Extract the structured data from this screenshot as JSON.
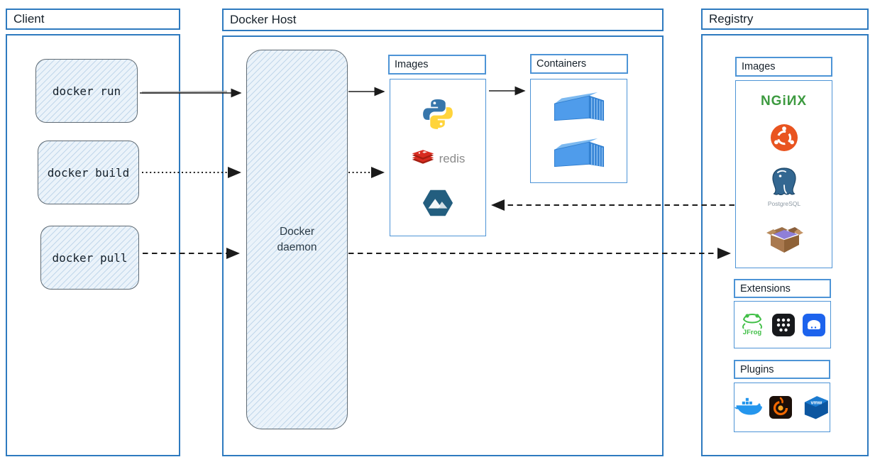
{
  "client": {
    "title": "Client",
    "commands": [
      {
        "label": "docker run"
      },
      {
        "label": "docker build"
      },
      {
        "label": "docker pull"
      }
    ]
  },
  "host": {
    "title": "Docker Host",
    "daemon_label": "Docker daemon",
    "images_panel": {
      "label": "Images",
      "items": [
        {
          "icon": "python-icon"
        },
        {
          "icon": "redis-icon",
          "text": "redis"
        },
        {
          "icon": "alpine-icon"
        }
      ]
    },
    "containers_panel": {
      "label": "Containers",
      "items": [
        {
          "icon": "container-icon"
        },
        {
          "icon": "container-icon"
        }
      ]
    }
  },
  "registry": {
    "title": "Registry",
    "images_panel": {
      "label": "Images",
      "items": [
        {
          "icon": "nginx-logo",
          "text": "NGiИX"
        },
        {
          "icon": "ubuntu-icon"
        },
        {
          "icon": "postgresql-icon",
          "text": "PostgreSQL"
        },
        {
          "icon": "busybox-icon"
        }
      ]
    },
    "extensions_panel": {
      "label": "Extensions",
      "items": [
        {
          "icon": "jfrog-icon",
          "text": "JFrog"
        },
        {
          "icon": "apps-grid-icon"
        },
        {
          "icon": "disk-drive-icon"
        }
      ]
    },
    "plugins_panel": {
      "label": "Plugins",
      "items": [
        {
          "icon": "docker-whale-icon"
        },
        {
          "icon": "grafana-icon"
        },
        {
          "icon": "vmware-icon",
          "text": "vmw"
        }
      ]
    }
  },
  "arrows": [
    {
      "name": "docker-run-to-daemon",
      "style": "solid"
    },
    {
      "name": "docker-build-to-daemon",
      "style": "dotted"
    },
    {
      "name": "docker-pull-to-daemon",
      "style": "dashed"
    },
    {
      "name": "daemon-to-images-run",
      "style": "solid"
    },
    {
      "name": "daemon-to-images-build",
      "style": "dotted"
    },
    {
      "name": "images-to-containers",
      "style": "solid"
    },
    {
      "name": "registry-to-host-images",
      "style": "dashed"
    },
    {
      "name": "daemon-to-registry-pull",
      "style": "dashed"
    }
  ],
  "colors": {
    "frame_blue": "#2e7abf",
    "panel_blue": "#4d94d6",
    "sketch_fill": "#ebf3fa",
    "arrow_black": "#1b1b1b",
    "nginx_green": "#3d9a40",
    "ubuntu_orange": "#e95420",
    "redis_red": "#c6302b",
    "alpine_teal": "#235e7f",
    "postgres_blue": "#336791",
    "docker_blue": "#2496ed"
  }
}
